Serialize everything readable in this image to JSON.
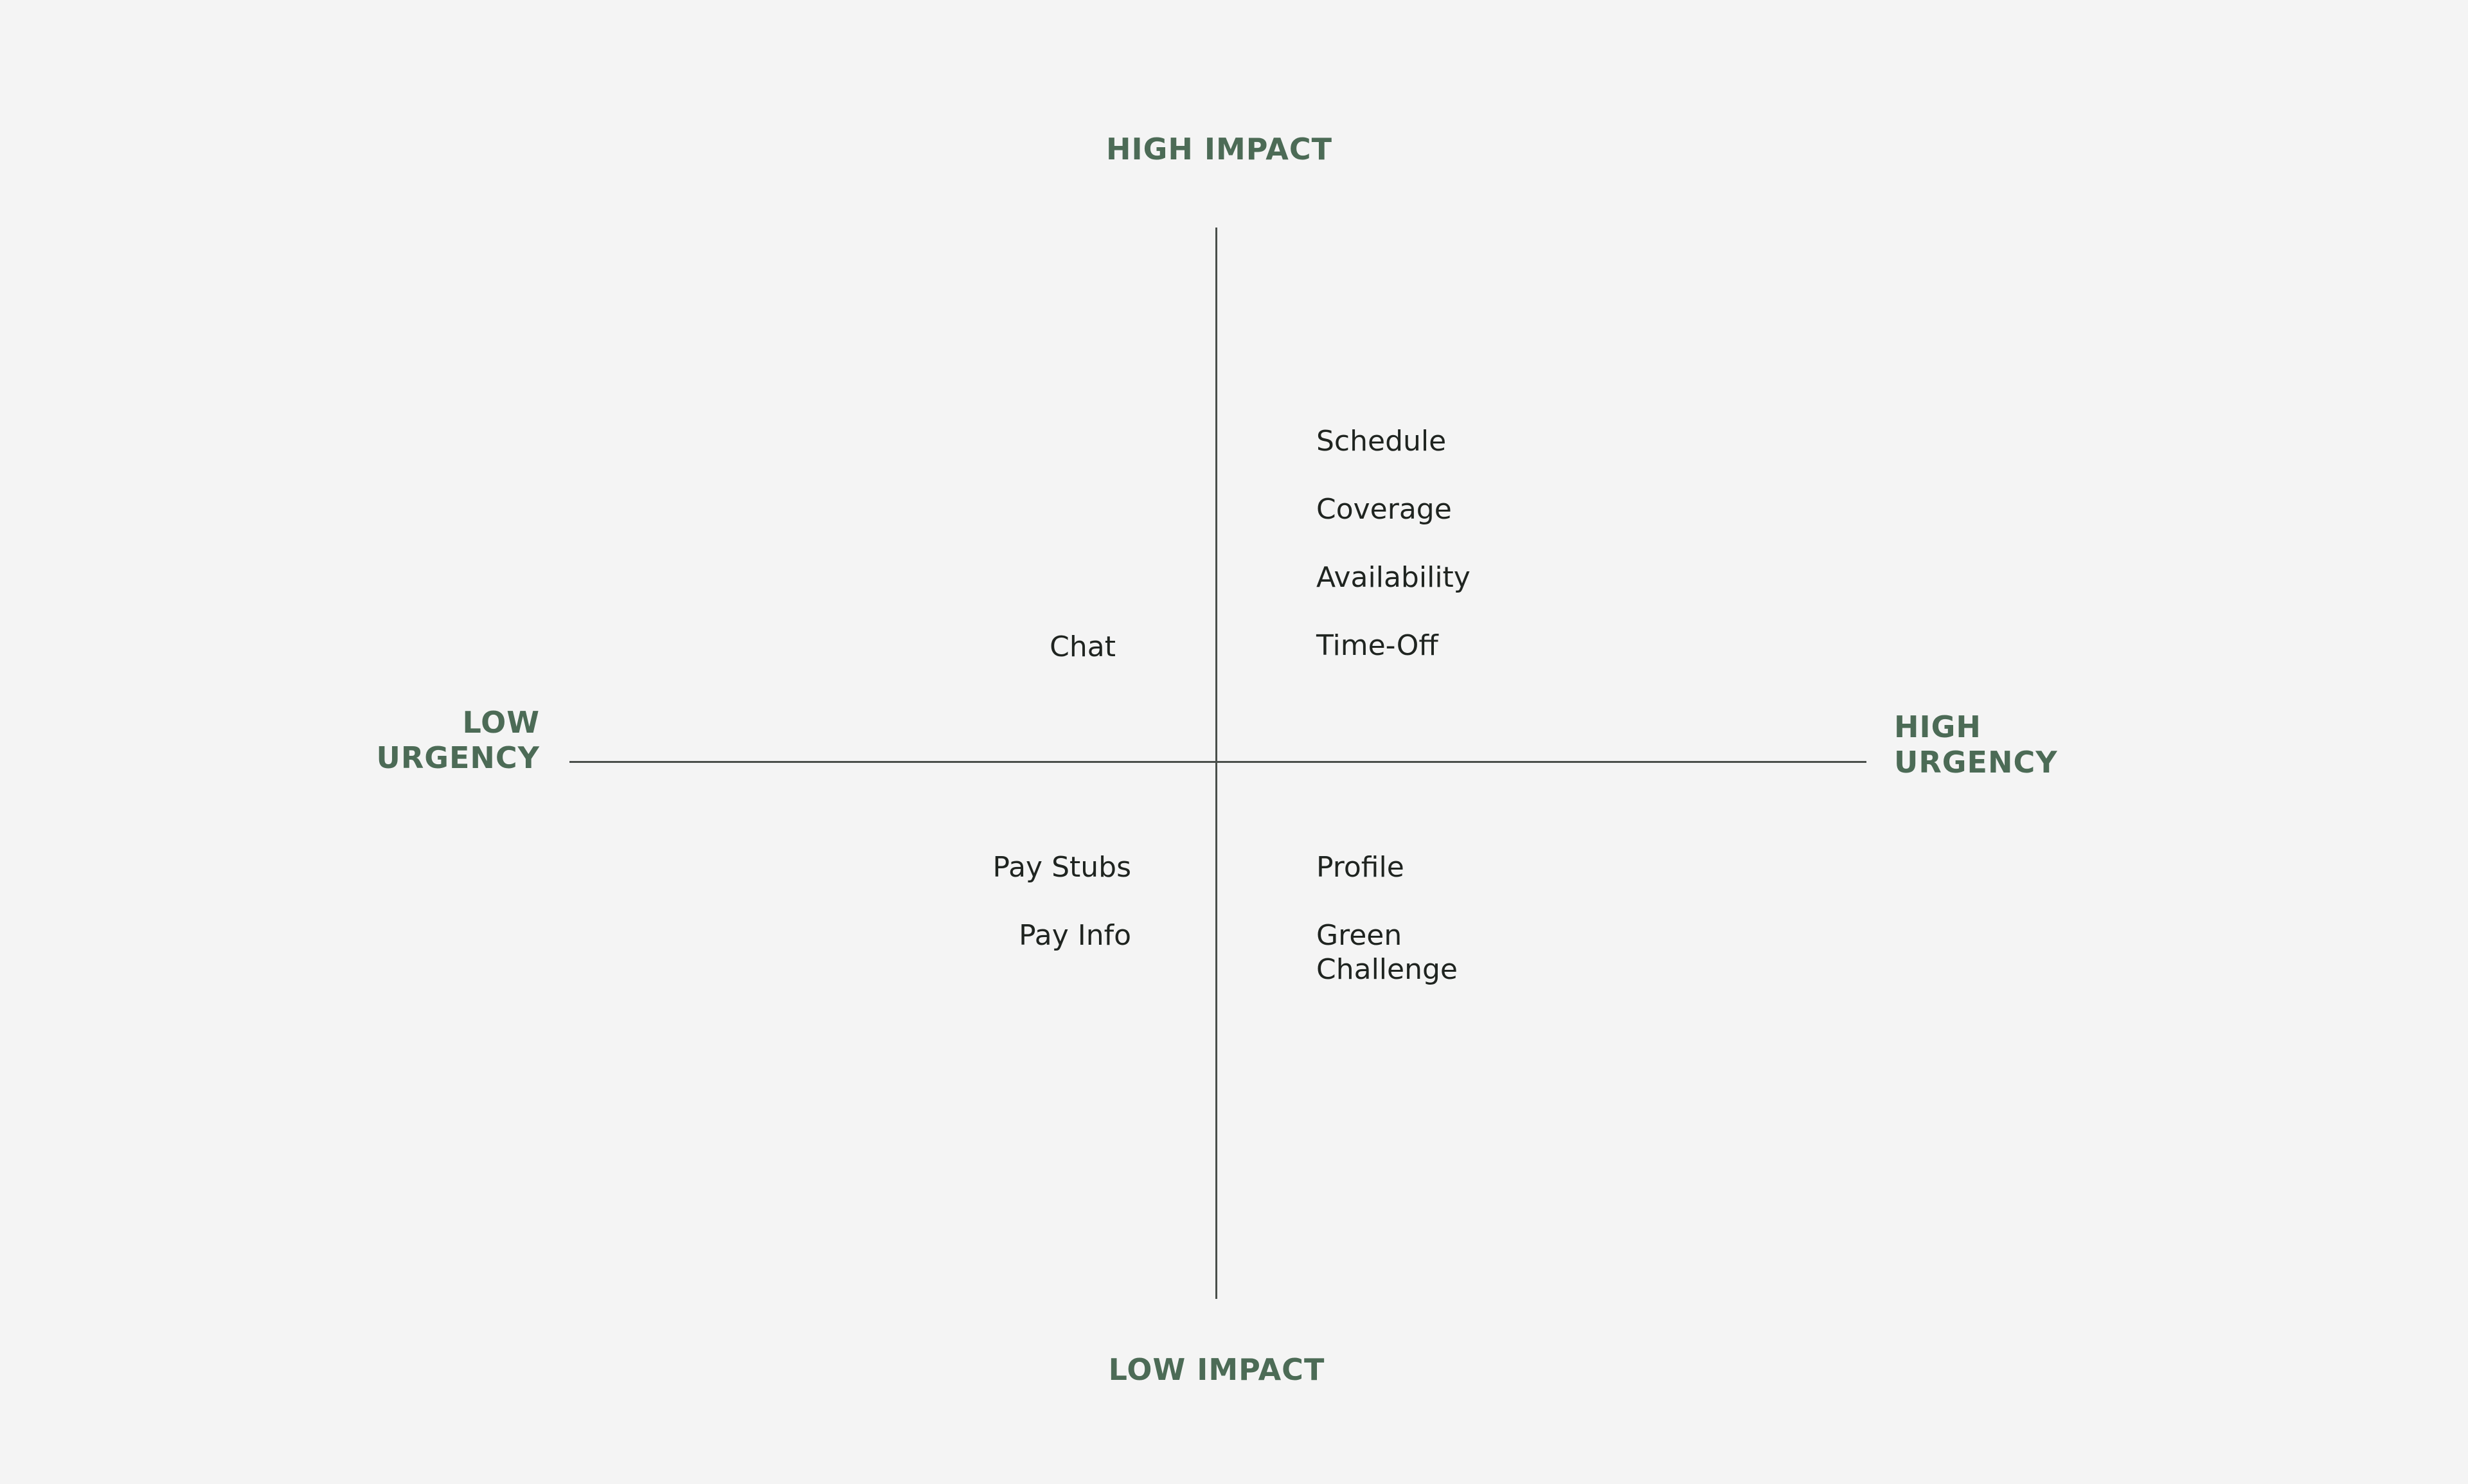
{
  "axes": {
    "top": "HIGH IMPACT",
    "bottom": "LOW IMPACT",
    "left": [
      "LOW",
      "URGENCY"
    ],
    "right": [
      "HIGH",
      "URGENCY"
    ]
  },
  "quadrants": {
    "top_right": [
      "Schedule",
      "Coverage",
      "Availability",
      "Time-Off"
    ],
    "top_left": [
      "Chat"
    ],
    "bottom_left": [
      "Pay Stubs",
      "Pay Info"
    ],
    "bottom_right": [
      "Profile",
      [
        "Green",
        "Challenge"
      ]
    ]
  },
  "colors": {
    "background": "#f4f4f4",
    "axis_label": "#4c6b56",
    "item_text": "#1f2420",
    "axis_line": "#4a4f4b"
  }
}
